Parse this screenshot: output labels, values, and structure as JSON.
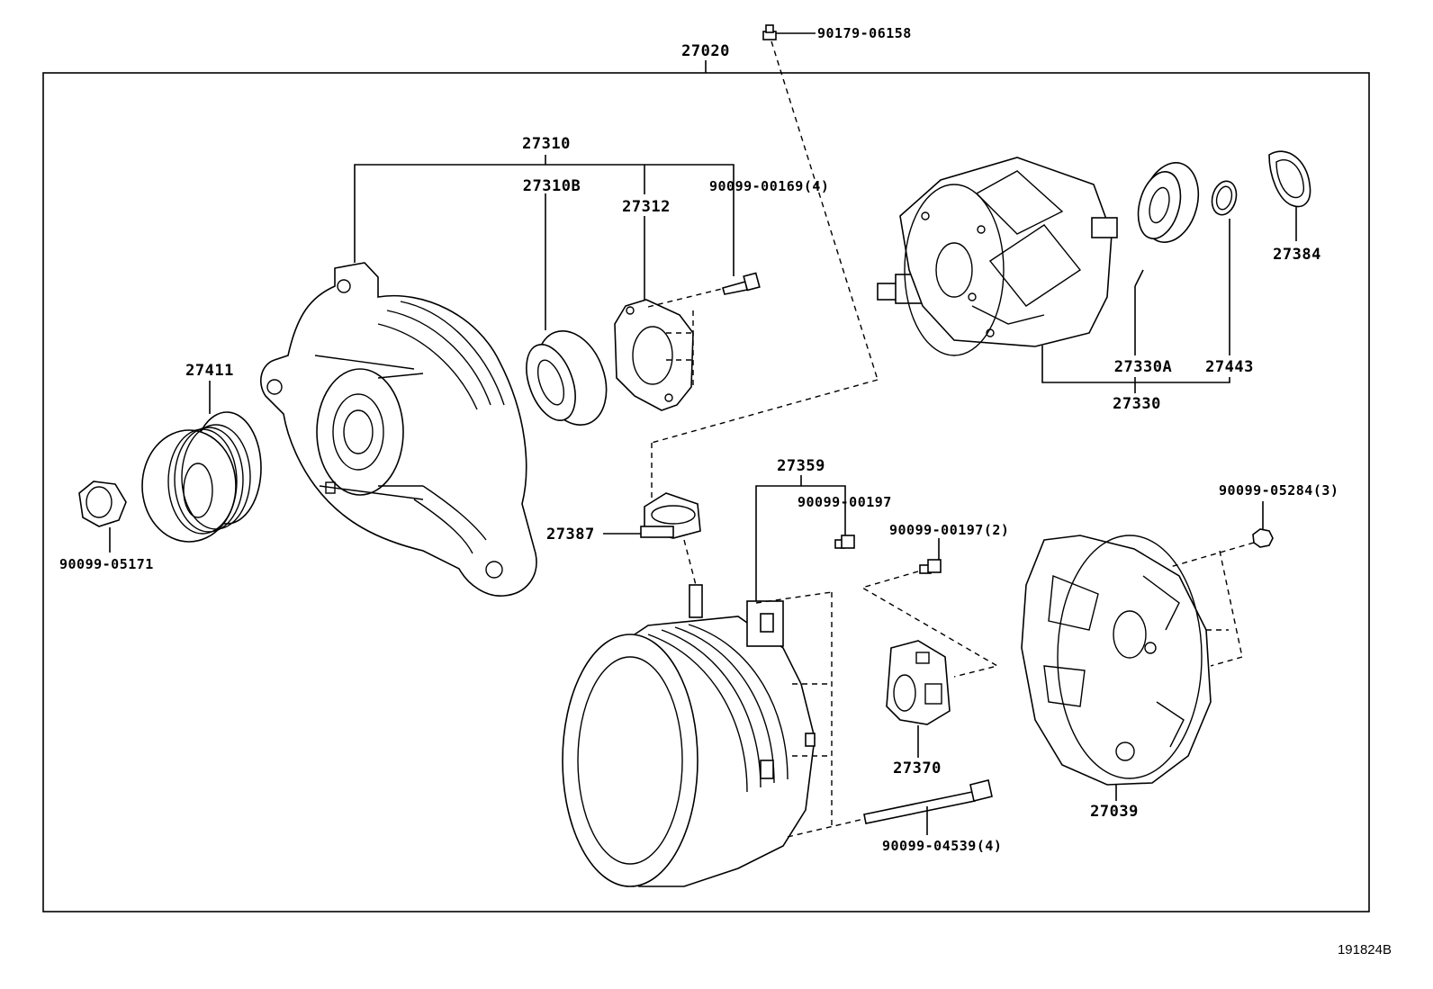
{
  "diagram_code": "191824B",
  "labels": {
    "p27020": "27020",
    "p90179_06158": "90179-06158",
    "p27310": "27310",
    "p27310B": "27310B",
    "p27312": "27312",
    "p90099_00169": "90099-00169(4)",
    "p27411": "27411",
    "p90099_05171": "90099-05171",
    "p27384": "27384",
    "p27330A": "27330A",
    "p27443": "27443",
    "p27330": "27330",
    "p27359": "27359",
    "p90099_00197": "90099-00197",
    "p90099_00197_2": "90099-00197(2)",
    "p90099_05284": "90099-05284(3)",
    "p27387": "27387",
    "p27370": "27370",
    "p27039": "27039",
    "p90099_04539": "90099-04539(4)"
  }
}
